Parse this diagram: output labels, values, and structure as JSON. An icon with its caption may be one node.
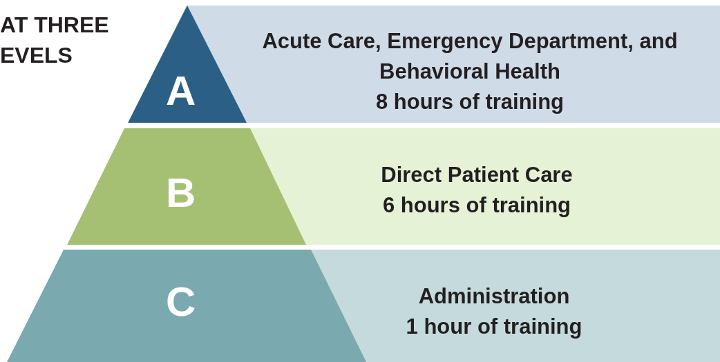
{
  "diagram": {
    "nodes": [
      {
        "text": [
          "Acute Care, Emergency Department, and Behavioral Health",
          "8 hours of training"
        ]
      },
      {
        "text": [
          "A"
        ],
        "in": 0
      },
      {
        "text": [
          "Direct Patient Care",
          "6 hours of training"
        ]
      },
      {
        "text": [
          "B"
        ],
        "in": 2
      },
      {
        "text": [
          "Administration",
          "1 hour of training"
        ]
      },
      {
        "text": [
          "C"
        ],
        "in": 4
      }
    ],
    "labels": [
      "AT THREE EVELS"
    ]
  }
}
